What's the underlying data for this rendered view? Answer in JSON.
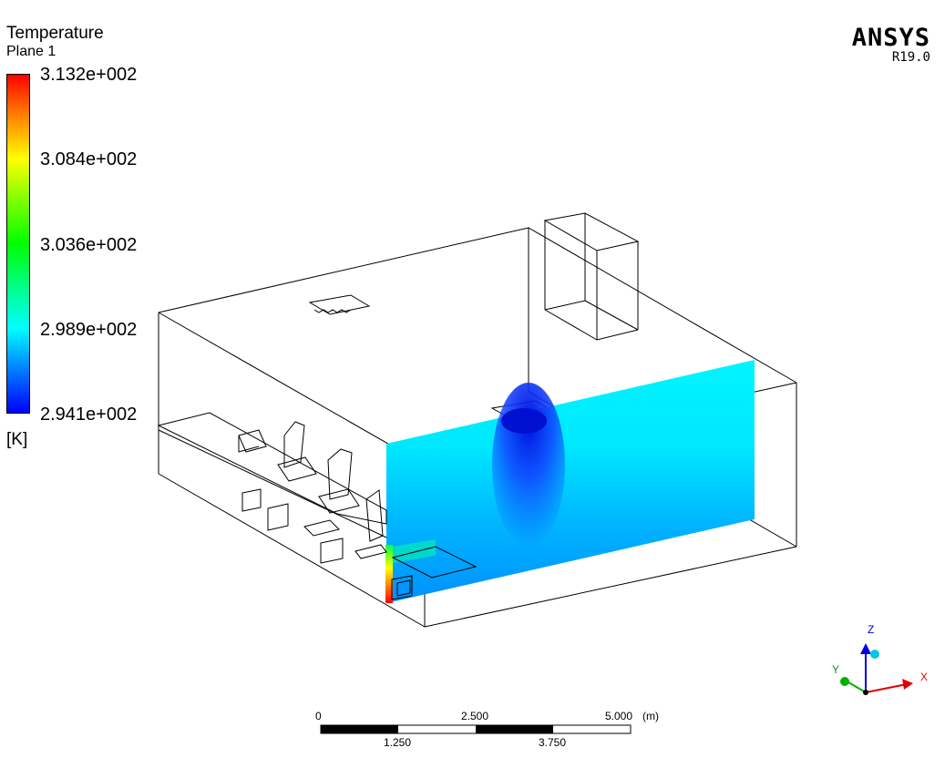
{
  "legend": {
    "title": "Temperature",
    "subtitle": "Plane 1",
    "ticks": [
      "3.132e+002",
      "3.084e+002",
      "3.036e+002",
      "2.989e+002",
      "2.941e+002"
    ],
    "units": "[K]",
    "colormap": [
      "#ff0000",
      "#ff8000",
      "#ffff00",
      "#80ff00",
      "#00ff00",
      "#00ff80",
      "#00ffff",
      "#0080ff",
      "#0000ff"
    ]
  },
  "brand": {
    "name": "ANSYS",
    "version": "R19.0"
  },
  "scale_bar": {
    "top_labels": [
      "0",
      "2.500",
      "5.000",
      "(m)"
    ],
    "bottom_labels": [
      "1.250",
      "3.750"
    ]
  },
  "triad": {
    "x_label": "X",
    "y_label": "Y",
    "z_label": "Z",
    "x_color": "#e00000",
    "y_color": "#00b000",
    "z_color": "#0000e0"
  }
}
